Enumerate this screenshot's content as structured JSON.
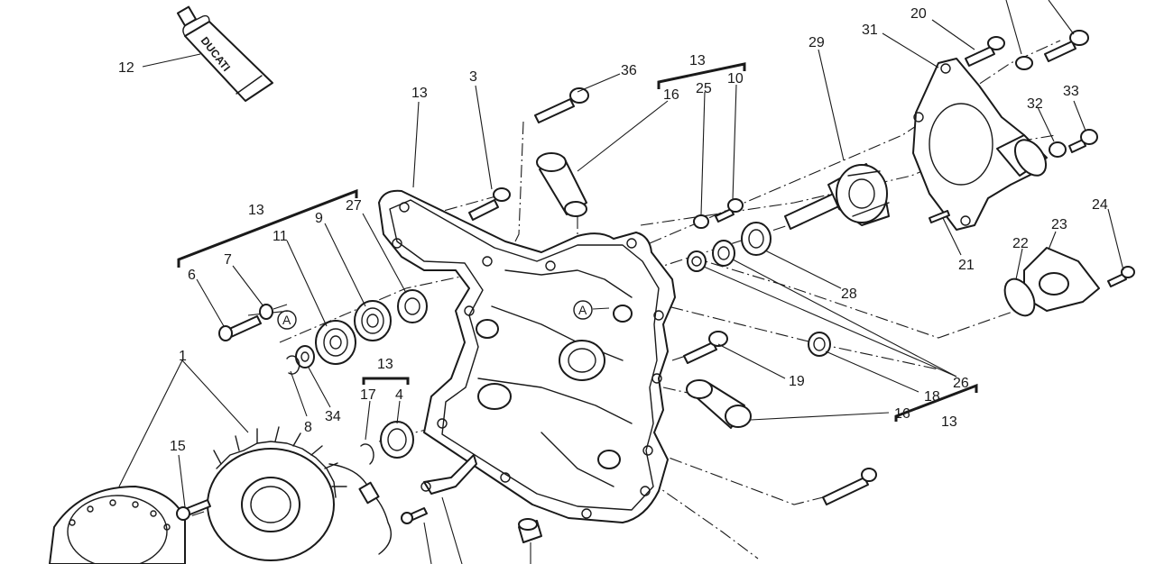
{
  "diagram": {
    "brand_text": "DUCATI",
    "reference_marker": "A",
    "callouts": [
      {
        "id": "c12",
        "label": "12"
      },
      {
        "id": "c3",
        "label": "3"
      },
      {
        "id": "c36",
        "label": "36"
      },
      {
        "id": "c13a",
        "label": "13"
      },
      {
        "id": "c16a",
        "label": "16"
      },
      {
        "id": "c13b",
        "label": "13"
      },
      {
        "id": "c25",
        "label": "25"
      },
      {
        "id": "c10",
        "label": "10"
      },
      {
        "id": "c29",
        "label": "29"
      },
      {
        "id": "c31",
        "label": "31"
      },
      {
        "id": "c20",
        "label": "20"
      },
      {
        "id": "c32",
        "label": "32"
      },
      {
        "id": "c33",
        "label": "33"
      },
      {
        "id": "c24",
        "label": "24"
      },
      {
        "id": "c13c",
        "label": "13"
      },
      {
        "id": "c9",
        "label": "9"
      },
      {
        "id": "c27",
        "label": "27"
      },
      {
        "id": "c11",
        "label": "11"
      },
      {
        "id": "c7",
        "label": "7"
      },
      {
        "id": "c6",
        "label": "6"
      },
      {
        "id": "c22",
        "label": "22"
      },
      {
        "id": "c23",
        "label": "23"
      },
      {
        "id": "c21",
        "label": "21"
      },
      {
        "id": "c28",
        "label": "28"
      },
      {
        "id": "c1",
        "label": "1"
      },
      {
        "id": "c13d",
        "label": "13"
      },
      {
        "id": "c17",
        "label": "17"
      },
      {
        "id": "c4",
        "label": "4"
      },
      {
        "id": "c8",
        "label": "8"
      },
      {
        "id": "c34",
        "label": "34"
      },
      {
        "id": "c15",
        "label": "15"
      },
      {
        "id": "c19",
        "label": "19"
      },
      {
        "id": "c18",
        "label": "18"
      },
      {
        "id": "c26",
        "label": "26"
      },
      {
        "id": "c16b",
        "label": "16"
      },
      {
        "id": "c13e",
        "label": "13"
      }
    ]
  }
}
